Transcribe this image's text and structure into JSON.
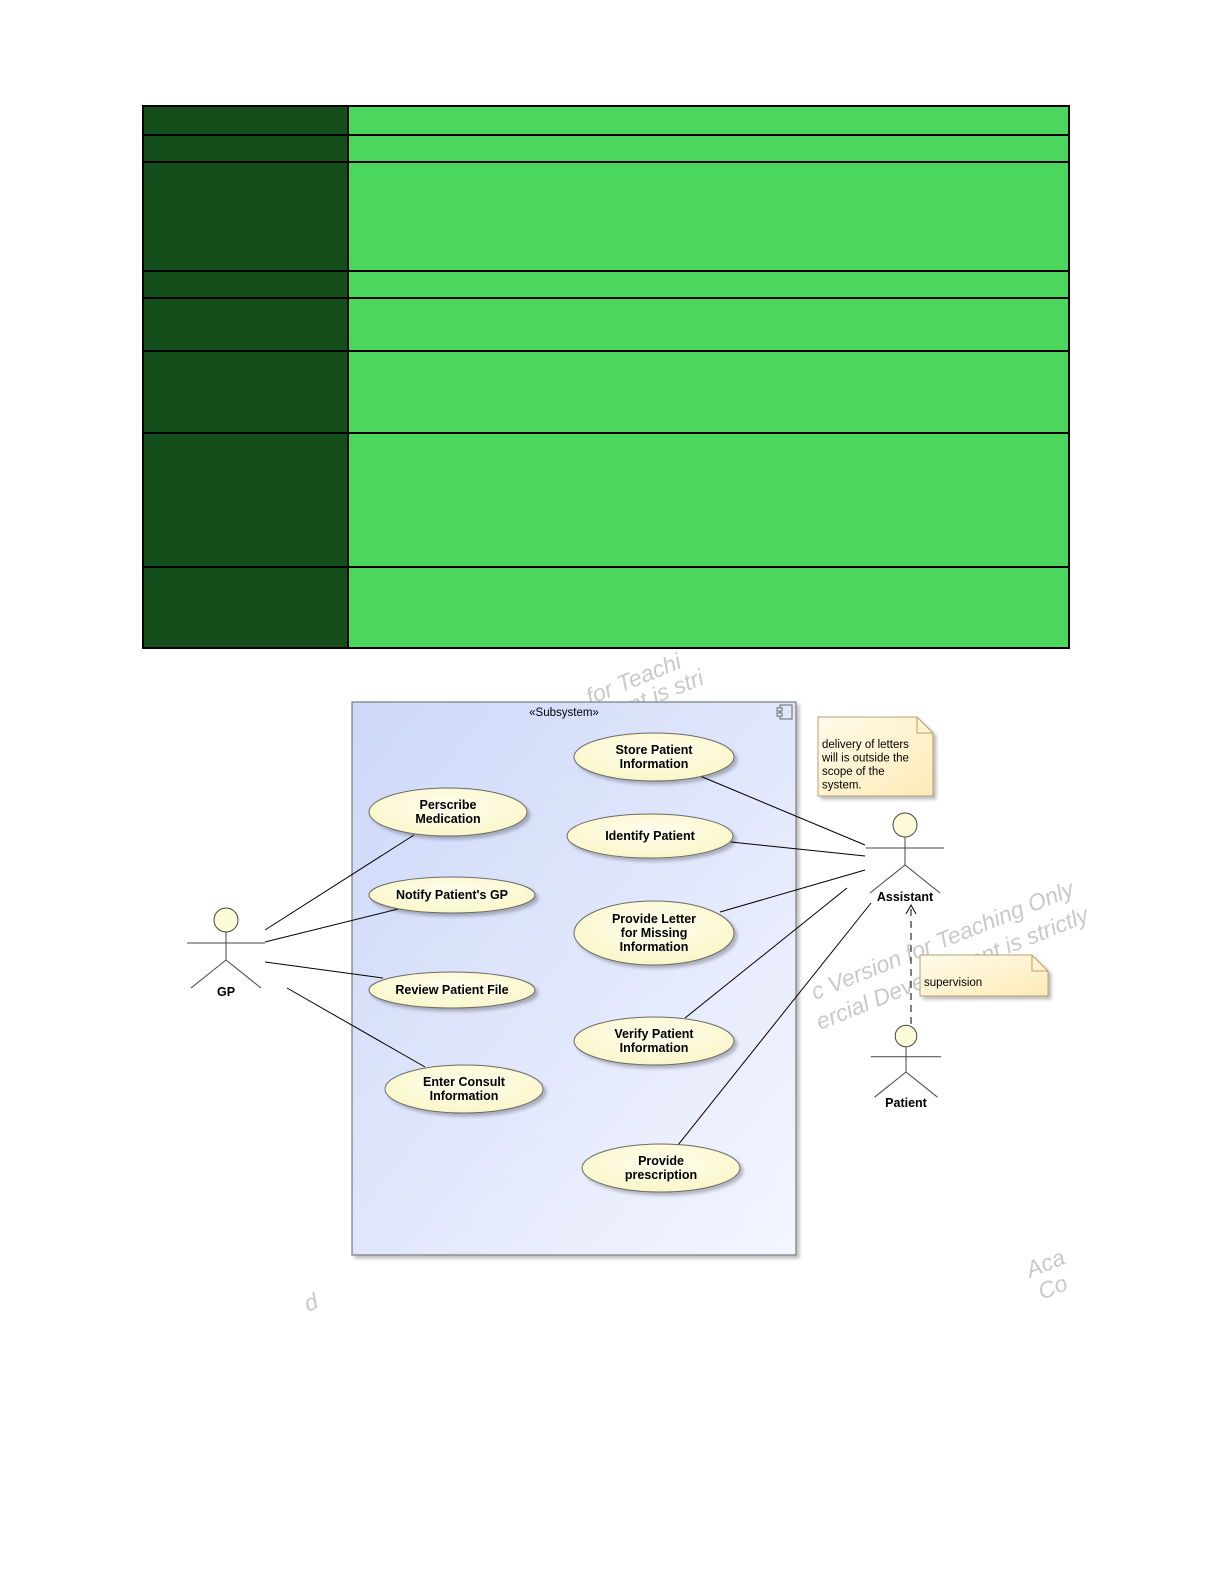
{
  "table": {
    "rows": [
      {
        "h": 29
      },
      {
        "h": 27
      },
      {
        "h": 109
      },
      {
        "h": 27
      },
      {
        "h": 53
      },
      {
        "h": 82
      },
      {
        "h": 134
      },
      {
        "h": 81
      }
    ]
  },
  "diagram": {
    "subsystem": {
      "stereotype": "«Subsystem»"
    },
    "actors": {
      "gp": {
        "name": "GP"
      },
      "assistant": {
        "name": "Assistant"
      },
      "patient": {
        "name": "Patient"
      }
    },
    "use_cases": {
      "perscribe": [
        "Perscribe",
        "Medication"
      ],
      "notify": [
        "Notify Patient's GP"
      ],
      "review": [
        "Review Patient File"
      ],
      "consult": [
        "Enter Consult",
        "Information"
      ],
      "store": [
        "Store Patient",
        "Information"
      ],
      "identify": [
        "Identify Patient"
      ],
      "letter": [
        "Provide Letter",
        "for Missing",
        "Information"
      ],
      "verify": [
        "Verify Patient",
        "Information"
      ],
      "prescription": [
        "Provide",
        "prescription"
      ]
    },
    "notes": {
      "delivery": [
        "delivery of letters",
        "will is outside the",
        "scope of the",
        "system."
      ],
      "supervision": [
        "supervision"
      ]
    },
    "colors": {
      "subsystem_fill_top": "#cdd8f8",
      "subsystem_fill_bottom": "#f4f6ff",
      "usecase_fill": "#fdfbd8",
      "note_fill": "#fef5d6",
      "table_label": "#154d1b",
      "table_value": "#4bd65d"
    }
  }
}
